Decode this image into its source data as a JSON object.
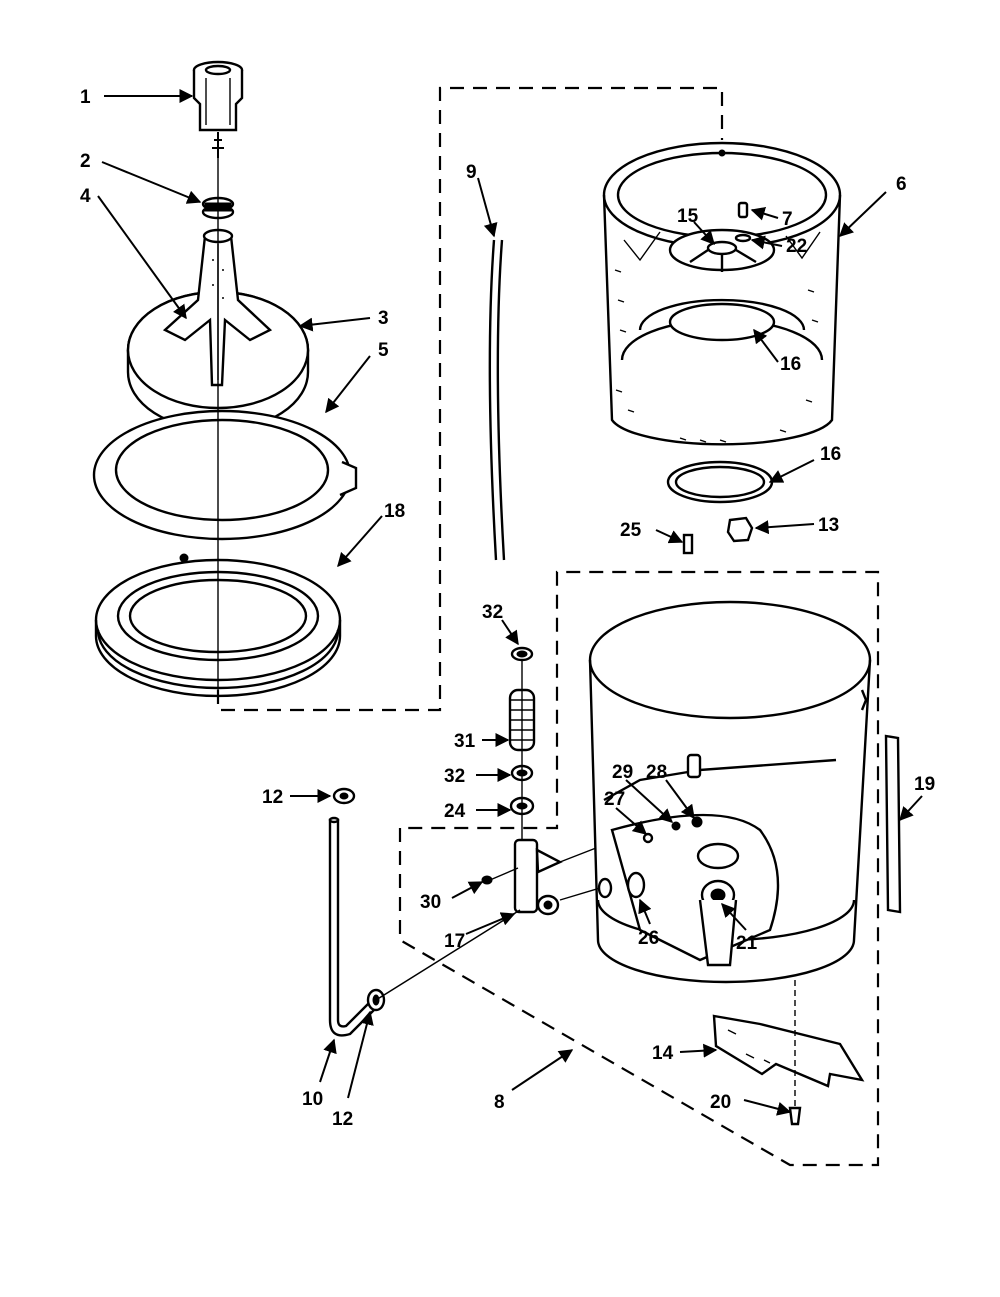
{
  "diagram": {
    "callouts": [
      {
        "id": "c1",
        "text": "1"
      },
      {
        "id": "c2",
        "text": "2"
      },
      {
        "id": "c4",
        "text": "4"
      },
      {
        "id": "c3",
        "text": "3"
      },
      {
        "id": "c5",
        "text": "5"
      },
      {
        "id": "c18",
        "text": "18"
      },
      {
        "id": "c9",
        "text": "9"
      },
      {
        "id": "c6",
        "text": "6"
      },
      {
        "id": "c15",
        "text": "15"
      },
      {
        "id": "c7",
        "text": "7"
      },
      {
        "id": "c22",
        "text": "22"
      },
      {
        "id": "c16a",
        "text": "16"
      },
      {
        "id": "c16b",
        "text": "16"
      },
      {
        "id": "c25",
        "text": "25"
      },
      {
        "id": "c13",
        "text": "13"
      },
      {
        "id": "c32a",
        "text": "32"
      },
      {
        "id": "c31",
        "text": "31"
      },
      {
        "id": "c32b",
        "text": "32"
      },
      {
        "id": "c24",
        "text": "24"
      },
      {
        "id": "c12a",
        "text": "12"
      },
      {
        "id": "c29",
        "text": "29"
      },
      {
        "id": "c28",
        "text": "28"
      },
      {
        "id": "c27",
        "text": "27"
      },
      {
        "id": "c19",
        "text": "19"
      },
      {
        "id": "c30",
        "text": "30"
      },
      {
        "id": "c26",
        "text": "26"
      },
      {
        "id": "c21",
        "text": "21"
      },
      {
        "id": "c17",
        "text": "17"
      },
      {
        "id": "c14",
        "text": "14"
      },
      {
        "id": "c10",
        "text": "10"
      },
      {
        "id": "c12b",
        "text": "12"
      },
      {
        "id": "c8",
        "text": "8"
      },
      {
        "id": "c20",
        "text": "20"
      }
    ]
  }
}
